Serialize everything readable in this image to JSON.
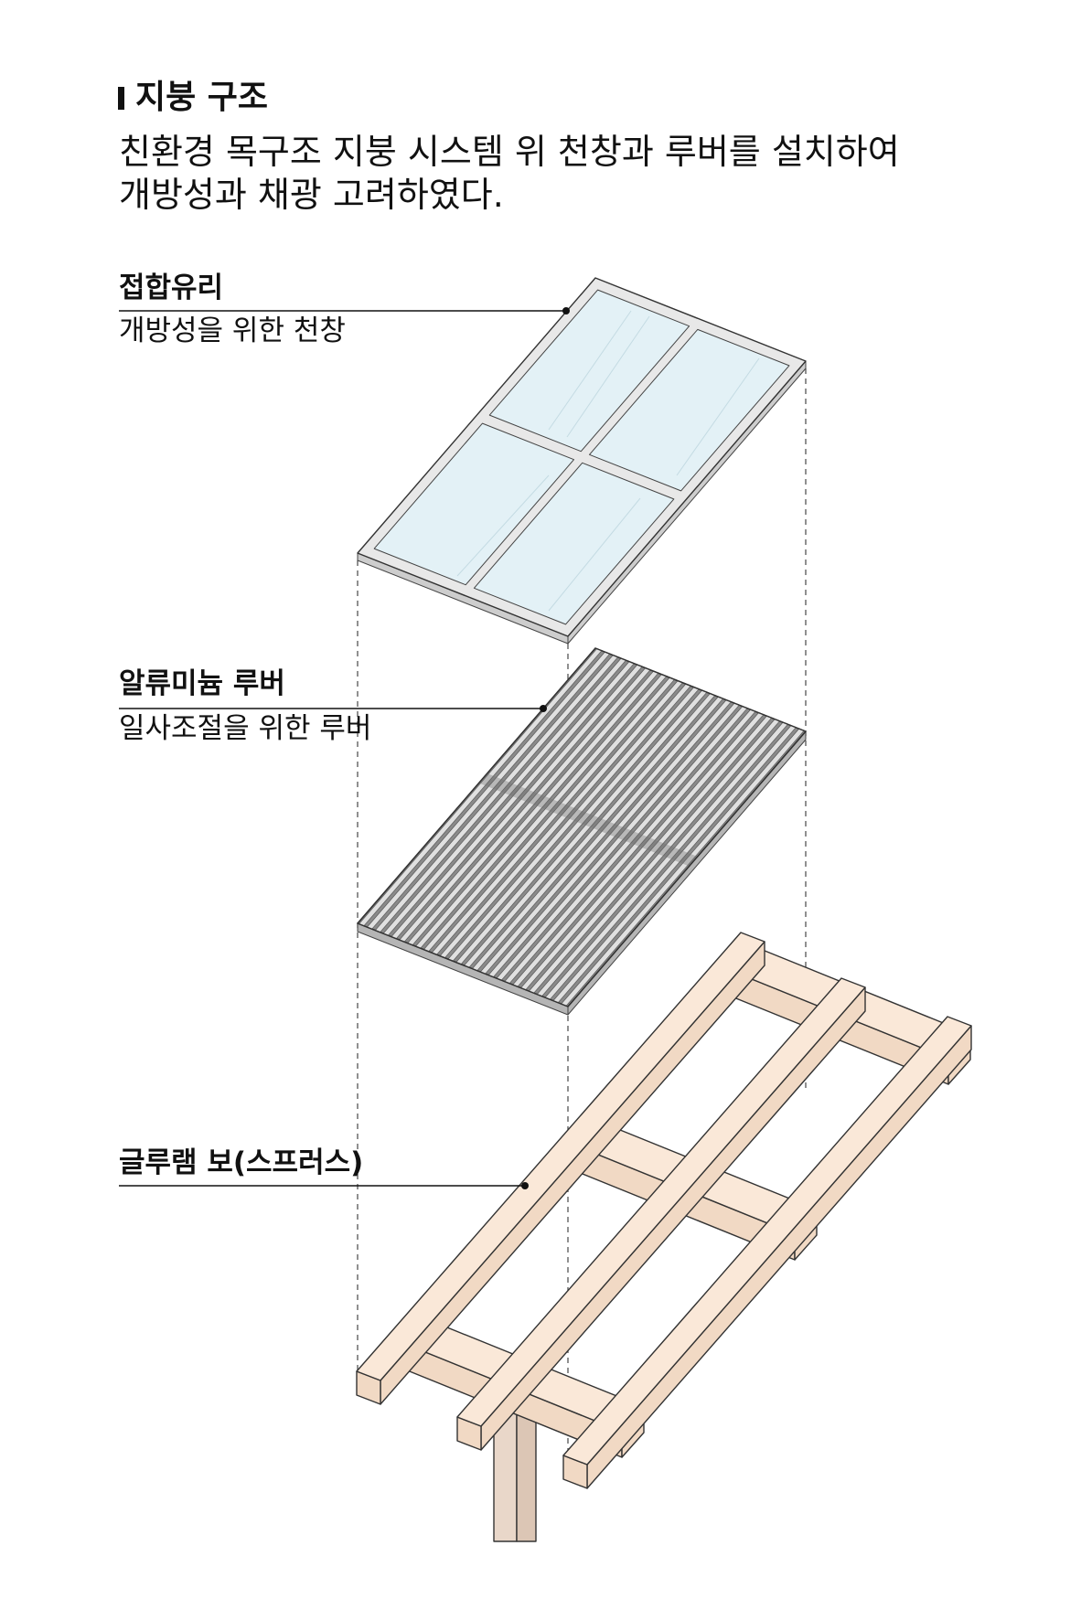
{
  "section": {
    "title": "지붕 구조",
    "description": [
      "친환경 목구조 지붕 시스템 위 천창과 루버를 설치하여",
      "개방성과 채광 고려하였다."
    ]
  },
  "labels": {
    "glass": {
      "title": "접합유리",
      "subtitle": "개방성을 위한 천창"
    },
    "louver": {
      "title": "알류미늄 루버",
      "subtitle": "일사조절을 위한 루버"
    },
    "beam": {
      "title": "글루램 보(스프러스)"
    }
  },
  "colors": {
    "wood": "#fae8d8",
    "wood_shade": "#f1d9c4",
    "post": "#e9d7c9",
    "post_shade": "#dcc6b5",
    "glass": "#e3f1f6",
    "frame": "#e8e8e8",
    "frame_edge": "#cdcdcd",
    "louver": "#8a8a8a",
    "slat": "#e0e0e0",
    "louver_edge": "#b5b5b5"
  }
}
